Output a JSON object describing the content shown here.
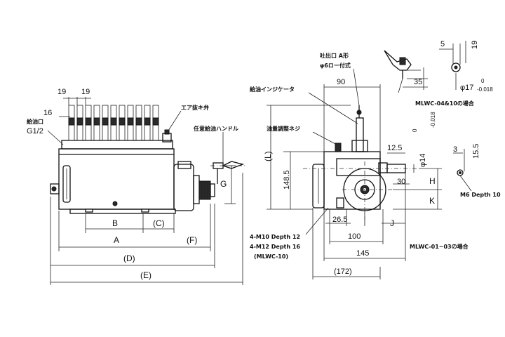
{
  "labels": {
    "supply_port": "給油口",
    "supply_port_size": "G1/2",
    "air_vent": "エア抜キ弁",
    "manual_handle": "任意給油ハンドル",
    "outlet": "吐出口 A形",
    "outlet_size": "φ6ロー付式",
    "indicator": "給油インジケータ",
    "adjust_screw": "油量調整ネジ",
    "mount_line1": "4-M10  Depth 12",
    "mount_line2": "4-M12  Depth 16",
    "mount_line3": "(MLWC-10)",
    "case_0410": "MLWC-04&10の場合",
    "case_0103": "MLWC-01~03の場合",
    "m6": "M6 Depth 10"
  },
  "dims": {
    "d19a": "19",
    "d19b": "19",
    "d16": "16",
    "B": "B",
    "C": "(C)",
    "A": "A",
    "F": "(F)",
    "D": "(D)",
    "E": "(E)",
    "G": "G",
    "d90": "90",
    "L": "(L)",
    "d148": "148.5",
    "d26": "26.5",
    "d100": "100",
    "d145": "145",
    "d172": "(172)",
    "J": "J",
    "H": "H",
    "K": "K",
    "d12": "12.5",
    "d14": "φ14",
    "tol1a": "0",
    "tol1b": "-0.018",
    "d30": "30",
    "d3": "3",
    "d15": "15.5",
    "d5": "5",
    "d19c": "19",
    "d35": "35",
    "d17": "φ17",
    "tol2a": "0",
    "tol2b": "-0.018"
  }
}
